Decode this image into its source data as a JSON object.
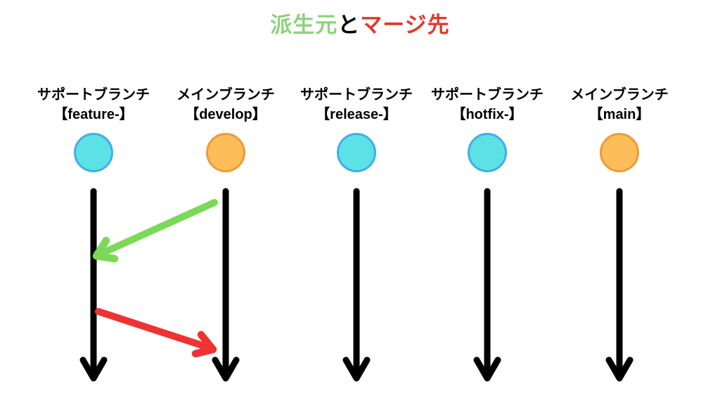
{
  "title": {
    "green_text": "派生元",
    "connector": "と",
    "red_text": "マージ先"
  },
  "colors": {
    "title_green": "#8FD17E",
    "title_red": "#DE3A2B",
    "arrow_green": "#7BD957",
    "arrow_red": "#EF3232",
    "timeline_black": "#000000",
    "node_cyan_fill": "#5CE1E6",
    "node_cyan_border": "#41AEE6",
    "node_orange_fill": "#FFBD59",
    "node_orange_border": "#ED9A3C",
    "label_black": "#000000"
  },
  "columns": [
    {
      "type_label": "サポートブランチ",
      "name_label": "【feature-】",
      "node_color": "cyan"
    },
    {
      "type_label": "メインブランチ",
      "name_label": "【develop】",
      "node_color": "orange"
    },
    {
      "type_label": "サポートブランチ",
      "name_label": "【release-】",
      "node_color": "cyan"
    },
    {
      "type_label": "サポートブランチ",
      "name_label": "【hotfix-】",
      "node_color": "cyan"
    },
    {
      "type_label": "メインブランチ",
      "name_label": "【main】",
      "node_color": "orange"
    }
  ],
  "relations": [
    {
      "arrow": "green",
      "from": "develop",
      "to": "feature-"
    },
    {
      "arrow": "red",
      "from": "feature-",
      "to": "develop"
    }
  ]
}
